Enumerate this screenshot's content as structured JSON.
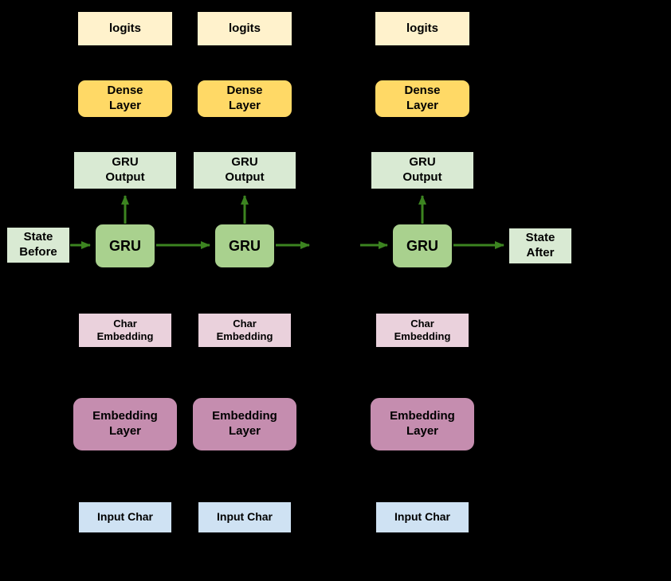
{
  "colors": {
    "background": "#000000",
    "logits": "#FFF2CC",
    "dense": "#FFD966",
    "gru_output": "#D9EAD3",
    "gru": "#A9D18E",
    "char_embedding": "#EAD1DC",
    "embedding_layer": "#C58DAF",
    "input_char": "#CFE2F3",
    "state": "#D9EAD3",
    "arrow": "#3C8420"
  },
  "labels": {
    "logits": "logits",
    "dense_layer": "Dense\nLayer",
    "gru_output": "GRU\nOutput",
    "gru": "GRU",
    "char_embedding": "Char\nEmbedding",
    "embedding_layer": "Embedding\nLayer",
    "input_char": "Input Char",
    "state_before": "State\nBefore",
    "state_after": "State\nAfter"
  },
  "diagram": {
    "type": "unrolled-recurrent-network",
    "timesteps": 3,
    "layer_stack_bottom_to_top": [
      "Input Char",
      "Embedding Layer",
      "Char Embedding",
      "GRU",
      "GRU Output",
      "Dense Layer",
      "logits"
    ],
    "state_flow_left_to_right": [
      "State Before",
      "GRU",
      "GRU",
      "GRU",
      "State After"
    ]
  }
}
